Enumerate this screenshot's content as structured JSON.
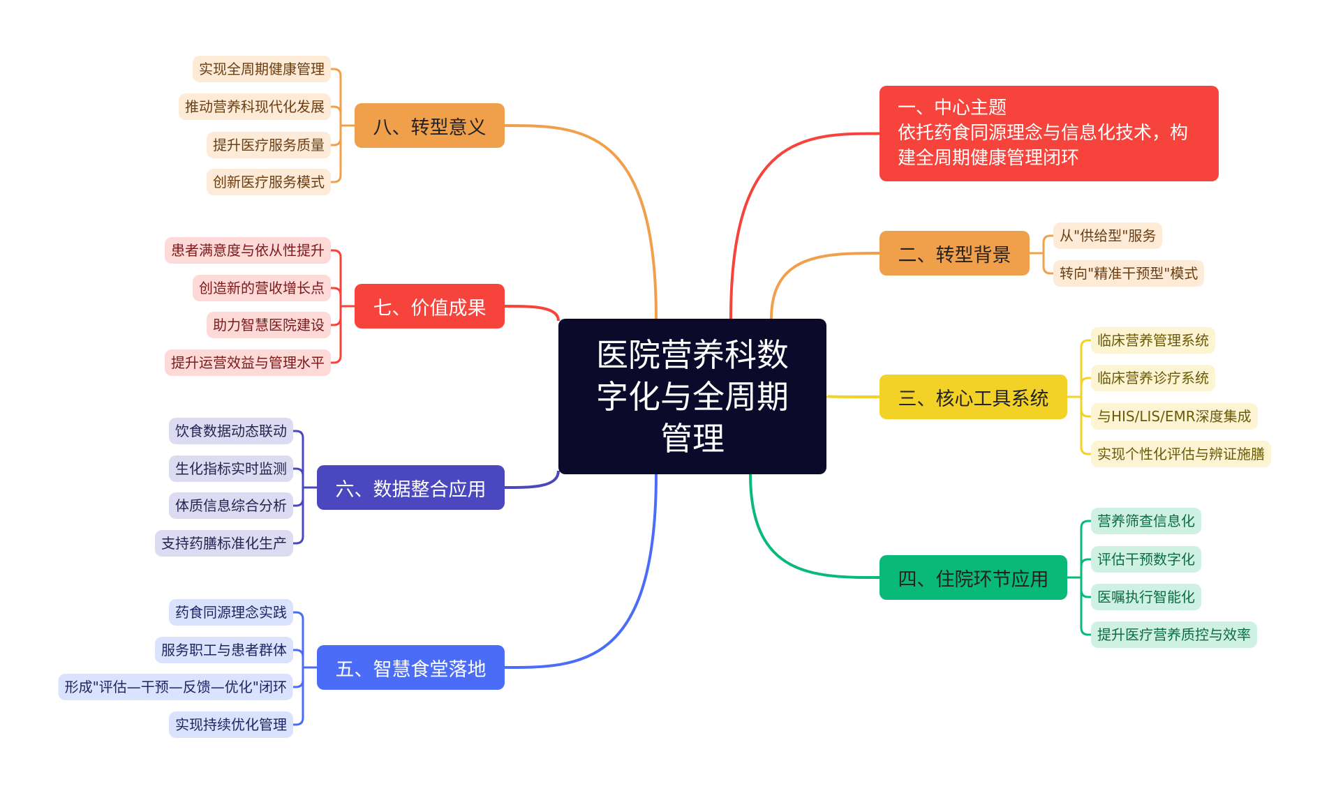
{
  "center": {
    "title": "医院营养科数字化与全周期管理"
  },
  "colors": {
    "center": "#0b0a2a",
    "red": "#f6433c",
    "orange": "#f0a04b",
    "yellow": "#f2d227",
    "green": "#08b978",
    "blue": "#4a6cf7",
    "purple": "#4b48bf"
  },
  "branches": [
    {
      "id": "b1",
      "title": "一、中心主题",
      "subtitle": "依托药食同源理念与信息化技术，构建全周期健康管理闭环",
      "color": "#f6433c",
      "children": []
    },
    {
      "id": "b2",
      "title": "二、转型背景",
      "color": "#f0a04b",
      "text_color": "#222222",
      "child_bg": "#fdebd8",
      "child_text": "#6b3e12",
      "children": [
        "从\"供给型\"服务",
        "转向\"精准干预型\"模式"
      ]
    },
    {
      "id": "b3",
      "title": "三、核心工具系统",
      "color": "#f2d227",
      "text_color": "#222222",
      "child_bg": "#fcf4d2",
      "child_text": "#6a5a08",
      "children": [
        "临床营养管理系统",
        "临床营养诊疗系统",
        "与HIS/LIS/EMR深度集成",
        "实现个性化评估与辨证施膳"
      ]
    },
    {
      "id": "b4",
      "title": "四、住院环节应用",
      "color": "#08b978",
      "text_color": "#222222",
      "child_bg": "#cff1e3",
      "child_text": "#0a6b48",
      "children": [
        "营养筛查信息化",
        "评估干预数字化",
        "医嘱执行智能化",
        "提升医疗营养质控与效率"
      ]
    },
    {
      "id": "b5",
      "title": "五、智慧食堂落地",
      "color": "#4a6cf7",
      "text_color": "#ffffff",
      "child_bg": "#dbe2fd",
      "child_text": "#1d2660",
      "children": [
        "药食同源理念实践",
        "服务职工与患者群体",
        "形成\"评估—干预—反馈—优化\"闭环",
        "实现持续优化管理"
      ]
    },
    {
      "id": "b6",
      "title": "六、数据整合应用",
      "color": "#4b48bf",
      "text_color": "#ffffff",
      "child_bg": "#dcdbf1",
      "child_text": "#25234f",
      "children": [
        "饮食数据动态联动",
        "生化指标实时监测",
        "体质信息综合分析",
        "支持药膳标准化生产"
      ]
    },
    {
      "id": "b7",
      "title": "七、价值成果",
      "color": "#f6433c",
      "text_color": "#ffffff",
      "child_bg": "#fdd9d8",
      "child_text": "#7a1a1a",
      "children": [
        "患者满意度与依从性提升",
        "创造新的营收增长点",
        "助力智慧医院建设",
        "提升运营效益与管理水平"
      ]
    },
    {
      "id": "b8",
      "title": "八、转型意义",
      "color": "#f0a04b",
      "text_color": "#222222",
      "child_bg": "#fdebd8",
      "child_text": "#6b3e12",
      "children": [
        "实现全周期健康管理",
        "推动营养科现代化发展",
        "提升医疗服务质量",
        "创新医疗服务模式"
      ]
    }
  ]
}
